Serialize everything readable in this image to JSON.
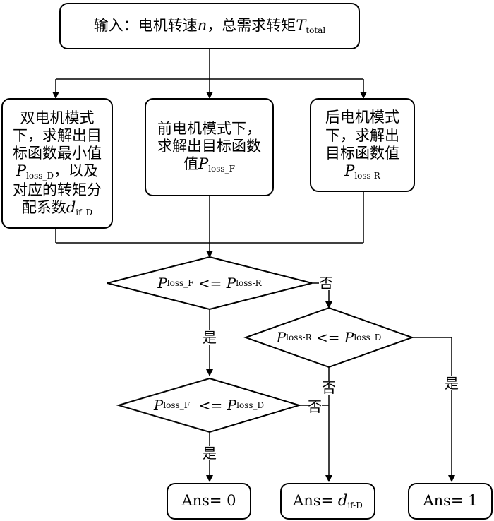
{
  "input": {
    "prefix": "输入：电机转速",
    "var_n": "n",
    "middle": "，总需求转矩",
    "var_T": "T",
    "sub_T": "total"
  },
  "dual_mode": {
    "text": "双电机模式下，求解出目标函数最小值",
    "var_P": "P",
    "sub_P": "loss_D",
    "text2": "，以及对应的转矩分配系数",
    "var_d": "d",
    "sub_d": "if_D"
  },
  "front_mode": {
    "text": "前电机模式下，求解出目标函数值",
    "var_P": "P",
    "sub_P": "loss_F"
  },
  "rear_mode": {
    "text": "后电机模式下，求解出目标函数值",
    "var_P": "P",
    "sub_P": "loss-R"
  },
  "decision1": {
    "lhs": "P",
    "lhs_sub": "loss_F",
    "op": "<=",
    "rhs": "P",
    "rhs_sub": "loss-R"
  },
  "decision2": {
    "lhs": "P",
    "lhs_sub": "loss-R",
    "op": "<=",
    "rhs": "P",
    "rhs_sub": "loss_D"
  },
  "decision3": {
    "lhs": "P",
    "lhs_sub": "loss_F",
    "op": "<=",
    "rhs": "P",
    "rhs_sub": "loss_D"
  },
  "labels": {
    "yes": "是",
    "no": "否"
  },
  "results": {
    "ans0": "Ans= 0",
    "ans_d_prefix": "Ans= ",
    "ans_d_var": "d",
    "ans_d_sub": "if-D",
    "ans1": "Ans= 1"
  }
}
